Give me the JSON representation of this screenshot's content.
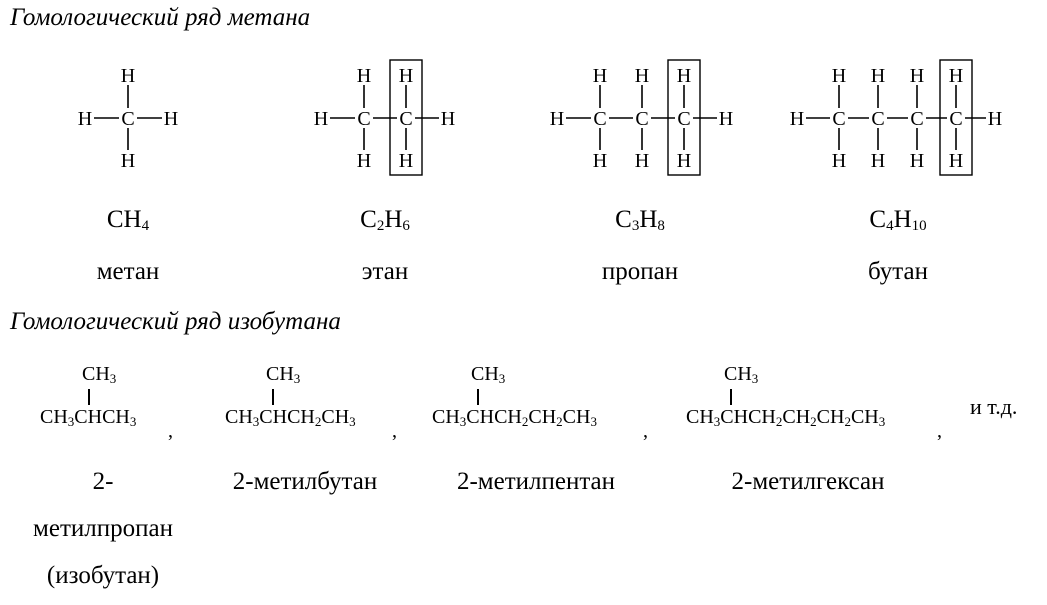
{
  "headings": {
    "methane_series": "Гомологический ряд метана",
    "isobutane_series": "Гомологический ряд изобутана"
  },
  "atoms": {
    "carbon": "C",
    "hydrogen": "H"
  },
  "methane_series": [
    {
      "id": "methane",
      "formula": [
        {
          "t": "CH"
        },
        {
          "s": "4"
        }
      ],
      "name": "метан",
      "carbons": 1,
      "boxed": false
    },
    {
      "id": "ethane",
      "formula": [
        {
          "t": "C"
        },
        {
          "s": "2"
        },
        {
          "t": "H"
        },
        {
          "s": "6"
        }
      ],
      "name": "этан",
      "carbons": 2,
      "boxed": true
    },
    {
      "id": "propane",
      "formula": [
        {
          "t": "C"
        },
        {
          "s": "3"
        },
        {
          "t": "H"
        },
        {
          "s": "8"
        }
      ],
      "name": "пропан",
      "carbons": 3,
      "boxed": true
    },
    {
      "id": "butane",
      "formula": [
        {
          "t": "C"
        },
        {
          "s": "4"
        },
        {
          "t": "H"
        },
        {
          "s": "10"
        }
      ],
      "name": "бутан",
      "carbons": 4,
      "boxed": true
    }
  ],
  "isobutane_series": [
    {
      "id": "methylpropan",
      "branch": [
        {
          "t": "CH"
        },
        {
          "s": "3"
        }
      ],
      "chain": [
        {
          "t": "CH"
        },
        {
          "s": "3"
        },
        {
          "t": "CHCH"
        },
        {
          "s": "3"
        }
      ],
      "name_lines": [
        "2-",
        "метилпропан",
        "(изобутан)"
      ]
    },
    {
      "id": "methylbutan",
      "branch": [
        {
          "t": "CH"
        },
        {
          "s": "3"
        }
      ],
      "chain": [
        {
          "t": "CH"
        },
        {
          "s": "3"
        },
        {
          "t": "CHCH"
        },
        {
          "s": "2"
        },
        {
          "t": "CH"
        },
        {
          "s": "3"
        }
      ],
      "name_lines": [
        "2-метилбутан"
      ]
    },
    {
      "id": "methylpentan",
      "branch": [
        {
          "t": "CH"
        },
        {
          "s": "3"
        }
      ],
      "chain": [
        {
          "t": "CH"
        },
        {
          "s": "3"
        },
        {
          "t": "CHCH"
        },
        {
          "s": "2"
        },
        {
          "t": "CH"
        },
        {
          "s": "2"
        },
        {
          "t": "CH"
        },
        {
          "s": "3"
        }
      ],
      "name_lines": [
        "2-метилпентан"
      ]
    },
    {
      "id": "methylhexan",
      "branch": [
        {
          "t": "CH"
        },
        {
          "s": "3"
        }
      ],
      "chain": [
        {
          "t": "CH"
        },
        {
          "s": "3"
        },
        {
          "t": "CHCH"
        },
        {
          "s": "2"
        },
        {
          "t": "CH"
        },
        {
          "s": "2"
        },
        {
          "t": "CH"
        },
        {
          "s": "2"
        },
        {
          "t": "CH"
        },
        {
          "s": "3"
        }
      ],
      "name_lines": [
        "2-метилгексан"
      ]
    }
  ],
  "separator": ",",
  "etc": "и т.д."
}
